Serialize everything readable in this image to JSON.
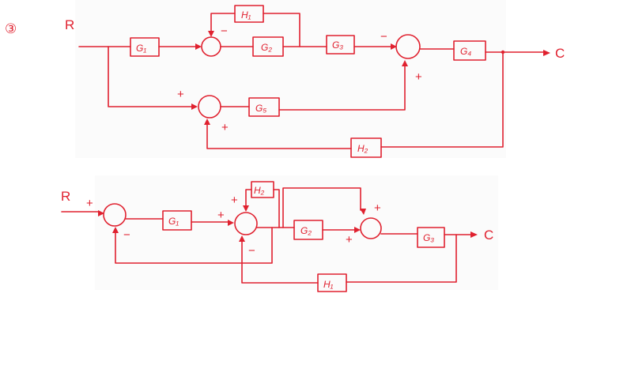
{
  "problem_number": "③",
  "diagram1": {
    "input": "R",
    "output": "C",
    "blocks": {
      "g1": "G₁",
      "g2": "G₂",
      "g3": "G₃",
      "g4": "G₄",
      "g5": "G₅",
      "h1": "H₁",
      "h2": "H₂"
    },
    "signs": {
      "s1_fb": "−",
      "s2_top": "−",
      "s2_bottom": "+",
      "s3_top": "+",
      "s3_bottom": "+"
    }
  },
  "diagram2": {
    "input": "R",
    "output": "C",
    "blocks": {
      "g1": "G₁",
      "g2": "G₂",
      "g3": "G₃",
      "h1": "H₁",
      "h2": "H₂"
    },
    "signs": {
      "s1_in": "+",
      "s1_fb": "−",
      "s2_in": "+",
      "s2_top": "+",
      "s2_bottom": "−",
      "s3_top": "+",
      "s3_left": "+"
    }
  }
}
